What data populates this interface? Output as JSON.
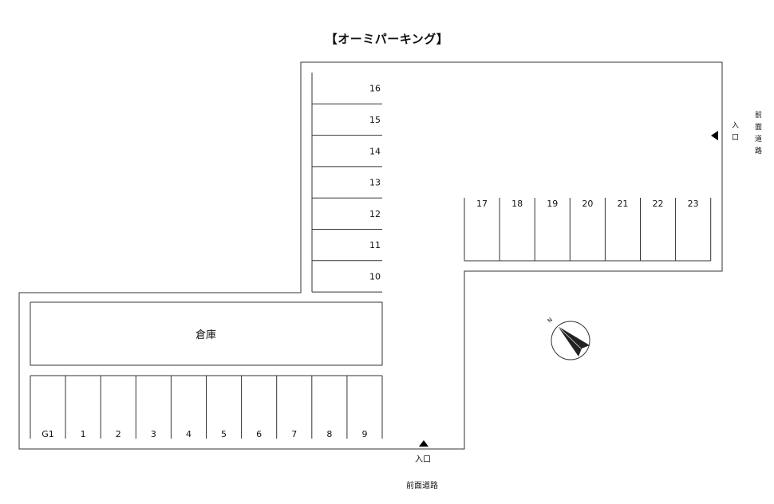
{
  "title": "【オーミパーキング】",
  "warehouse_label": "倉庫",
  "entrance_label": "入口",
  "road_label": "前面道路",
  "compass_label": "N",
  "spaces_left_column": [
    "16",
    "15",
    "14",
    "13",
    "12",
    "11",
    "10"
  ],
  "spaces_right_row": [
    "17",
    "18",
    "19",
    "20",
    "21",
    "22",
    "23"
  ],
  "spaces_bottom_row": [
    "G1",
    "1",
    "2",
    "3",
    "4",
    "5",
    "6",
    "7",
    "8",
    "9"
  ],
  "colors": {
    "line": "#333333",
    "arrow": "#000000"
  }
}
